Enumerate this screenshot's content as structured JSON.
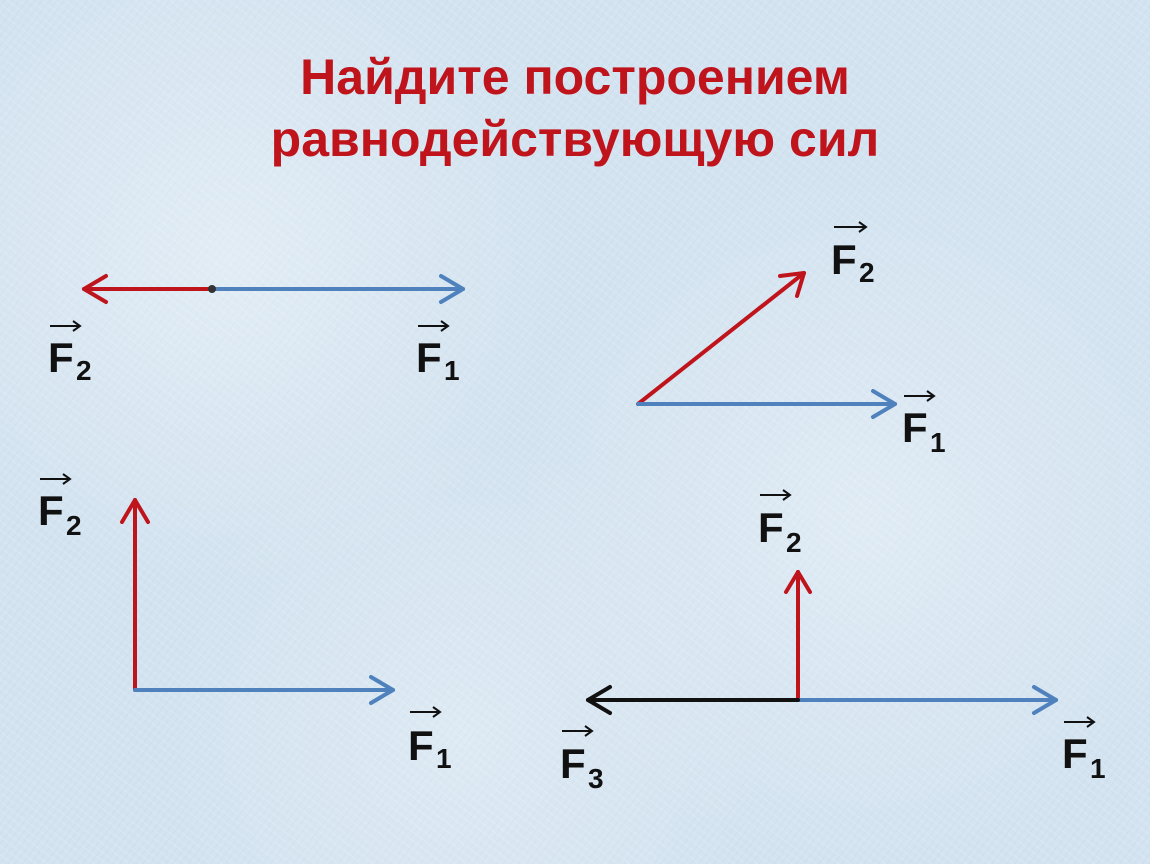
{
  "title": {
    "line1": "Найдите построением",
    "line2": "равнодействующую сил"
  },
  "colors": {
    "title": "#c0141c",
    "red_arrow": "#c0141c",
    "blue_arrow": "#4f81bd",
    "black_arrow": "#111111",
    "background": "#d3e3f0"
  },
  "labels": {
    "letter": "F",
    "sub1": "1",
    "sub2": "2",
    "sub3": "3"
  }
}
